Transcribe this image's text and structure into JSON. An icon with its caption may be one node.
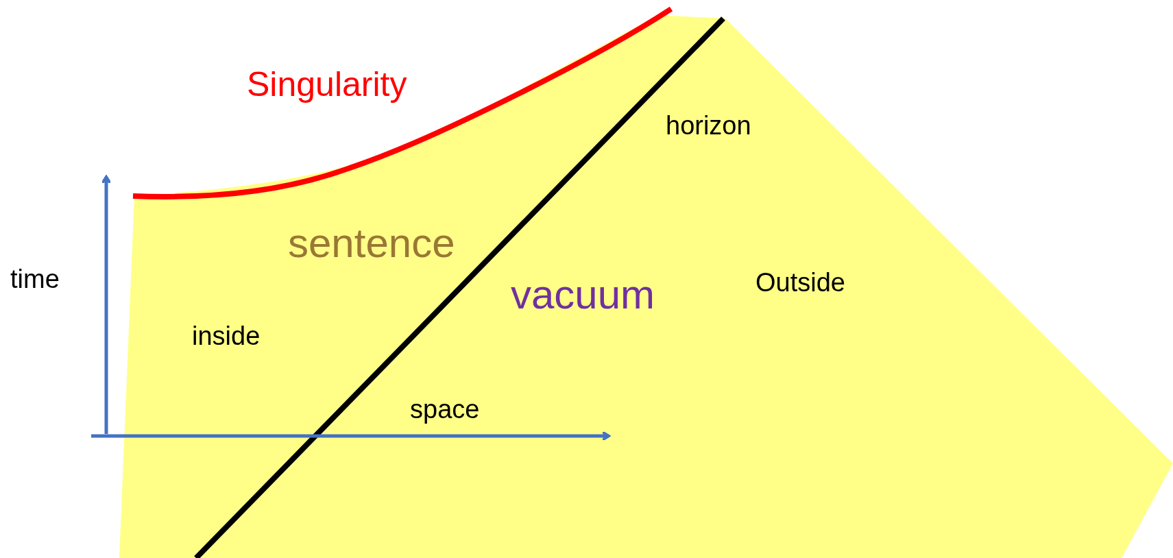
{
  "diagram": {
    "labels": [
      "Singularity",
      "horizon",
      "time",
      "sentence",
      "vacuum",
      "Outside",
      "inside",
      "space"
    ]
  }
}
